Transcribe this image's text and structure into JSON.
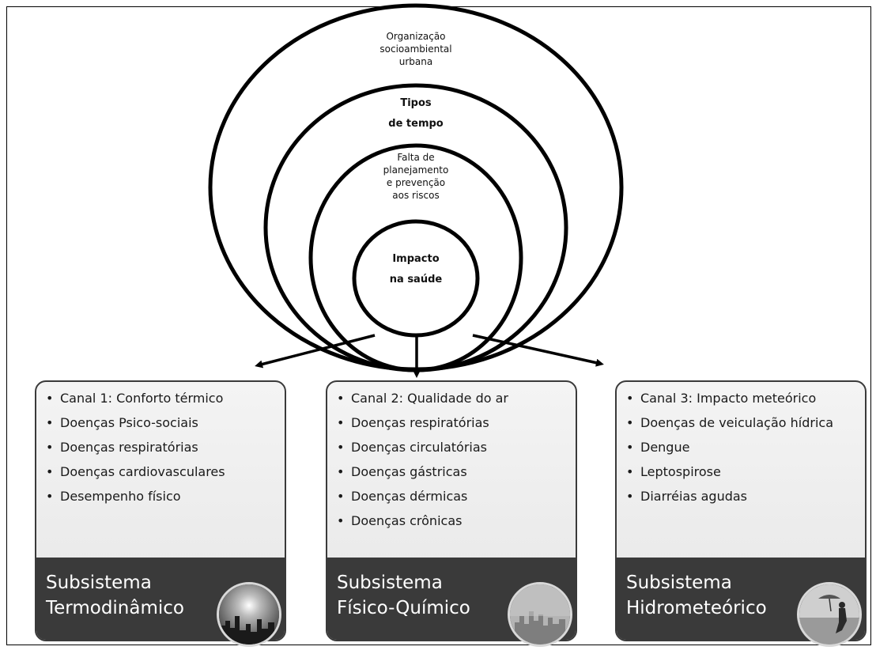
{
  "rings": [
    {
      "id": "outer",
      "label": "Organização\nsocioambiental\nurbana"
    },
    {
      "id": "second",
      "label": "Tipos\nde tempo"
    },
    {
      "id": "third",
      "label": "Falta de\nplanejamento\ne prevenção\naos riscos"
    },
    {
      "id": "inner",
      "label": "Impacto\nna saúde"
    }
  ],
  "cards": [
    {
      "items": [
        "Canal 1: Conforto térmico",
        "Doenças Psico-sociais",
        "Doenças respiratórias",
        "Doenças cardiovasculares",
        "Desempenho físico"
      ],
      "footer": "Subsistema\nTermodinâmico",
      "photo_icon": "city-sunset-photo-icon"
    },
    {
      "items": [
        "Canal 2: Qualidade do ar",
        "Doenças respiratórias",
        "Doenças circulatórias",
        "Doenças gástricas",
        "Doenças dérmicas",
        "Doenças crônicas"
      ],
      "footer": "Subsistema\nFísico-Químico",
      "photo_icon": "smog-city-photo-icon"
    },
    {
      "items": [
        "Canal 3: Impacto meteórico",
        "Doenças de veiculação hídrica",
        "Dengue",
        "Leptospirose",
        "Diarréias agudas"
      ],
      "footer": "Subsistema\nHidrometeórico",
      "photo_icon": "flood-person-photo-icon"
    }
  ],
  "bullet": "•",
  "colors": {
    "footer": "#3a3a3a",
    "card_bg": "#ececec",
    "stroke": "#000000"
  }
}
